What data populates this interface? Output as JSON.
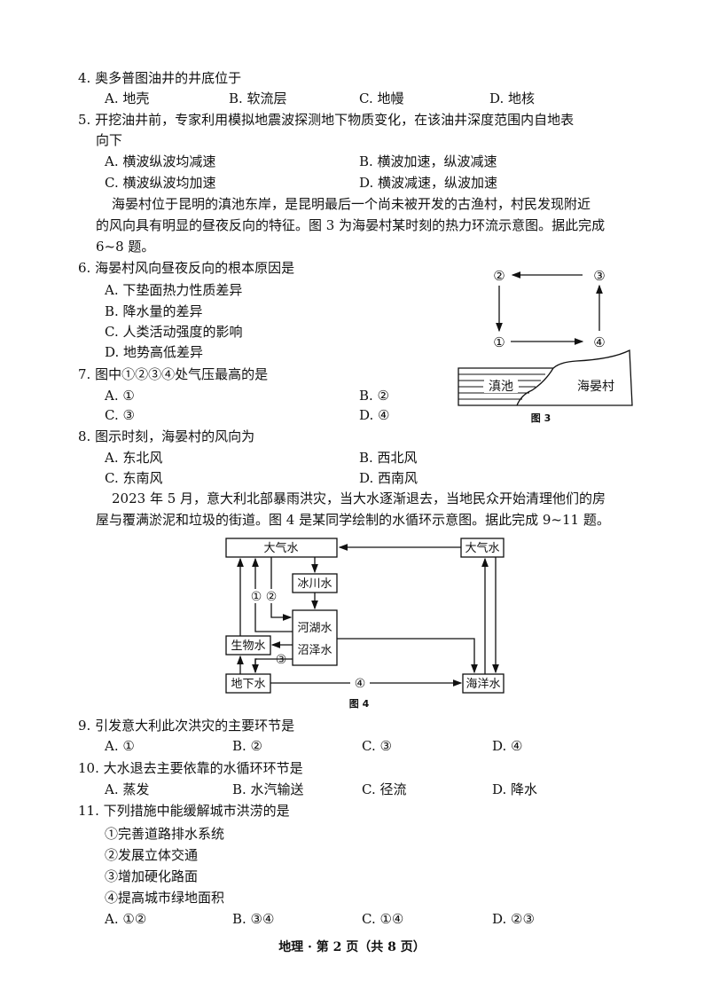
{
  "q4": {
    "stem": "4. 奥多普图油井的井底位于",
    "options": [
      "A. 地壳",
      "B. 软流层",
      "C. 地幔",
      "D. 地核"
    ]
  },
  "q5": {
    "stem1": "5. 开挖油井前，专家利用模拟地震波探测地下物质变化，在该油井深度范围内自地表",
    "stem2": "向下",
    "options": [
      "A. 横波纵波均减速",
      "B. 横波加速，纵波减速",
      "C. 横波纵波均加速",
      "D. 横波减速，纵波加速"
    ]
  },
  "para1": [
    "海晏村位于昆明的滇池东岸，是昆明最后一个尚未被开发的古渔村，村民发现附近",
    "的风向具有明显的昼夜反向的特征。图 3 为海晏村某时刻的热力环流示意图。据此完成",
    "6~8 题。"
  ],
  "q6": {
    "stem": "6. 海晏村风向昼夜反向的根本原因是",
    "options": [
      "A. 下垫面热力性质差异",
      "B. 降水量的差异",
      "C. 人类活动强度的影响",
      "D. 地势高低差异"
    ]
  },
  "q7": {
    "stem": "7. 图中①②③④处气压最高的是",
    "options": [
      "A. ①",
      "B. ②",
      "C. ③",
      "D. ④"
    ]
  },
  "q8": {
    "stem": "8. 图示时刻，海晏村的风向为",
    "options": [
      "A. 东北风",
      "B. 西北风",
      "C. 东南风",
      "D. 西南风"
    ]
  },
  "fig3": {
    "points": [
      "①",
      "②",
      "③",
      "④"
    ],
    "lake": "滇池",
    "village": "海晏村",
    "caption": "图 3"
  },
  "para2": [
    "2023 年 5 月，意大利北部暴雨洪灾，当大水逐渐退去，当地民众开始清理他们的房",
    "屋与覆满淤泥和垃圾的街道。图 4 是某同学绘制的水循环示意图。据此完成 9~11 题。"
  ],
  "fig4": {
    "atm_left": "大气水",
    "atm_right": "大气水",
    "glacier": "冰川水",
    "river1": "河湖水",
    "river2": "沼泽水",
    "bio": "生物水",
    "ground": "地下水",
    "ocean": "海洋水",
    "n1": "①",
    "n2": "②",
    "n3": "③",
    "n4": "④",
    "caption": "图 4"
  },
  "q9": {
    "stem": "9. 引发意大利此次洪灾的主要环节是",
    "options": [
      "A. ①",
      "B. ②",
      "C. ③",
      "D. ④"
    ]
  },
  "q10": {
    "stem": "10. 大水退去主要依靠的水循环环节是",
    "options": [
      "A. 蒸发",
      "B. 水汽输送",
      "C. 径流",
      "D. 降水"
    ]
  },
  "q11": {
    "stem": "11. 下列措施中能缓解城市洪涝的是",
    "items": [
      "①完善道路排水系统",
      "②发展立体交通",
      "③增加硬化路面",
      "④提高城市绿地面积"
    ],
    "options": [
      "A. ①②",
      "B. ③④",
      "C. ①④",
      "D. ②③"
    ]
  },
  "footer": "地理 · 第 2 页（共 8 页）"
}
